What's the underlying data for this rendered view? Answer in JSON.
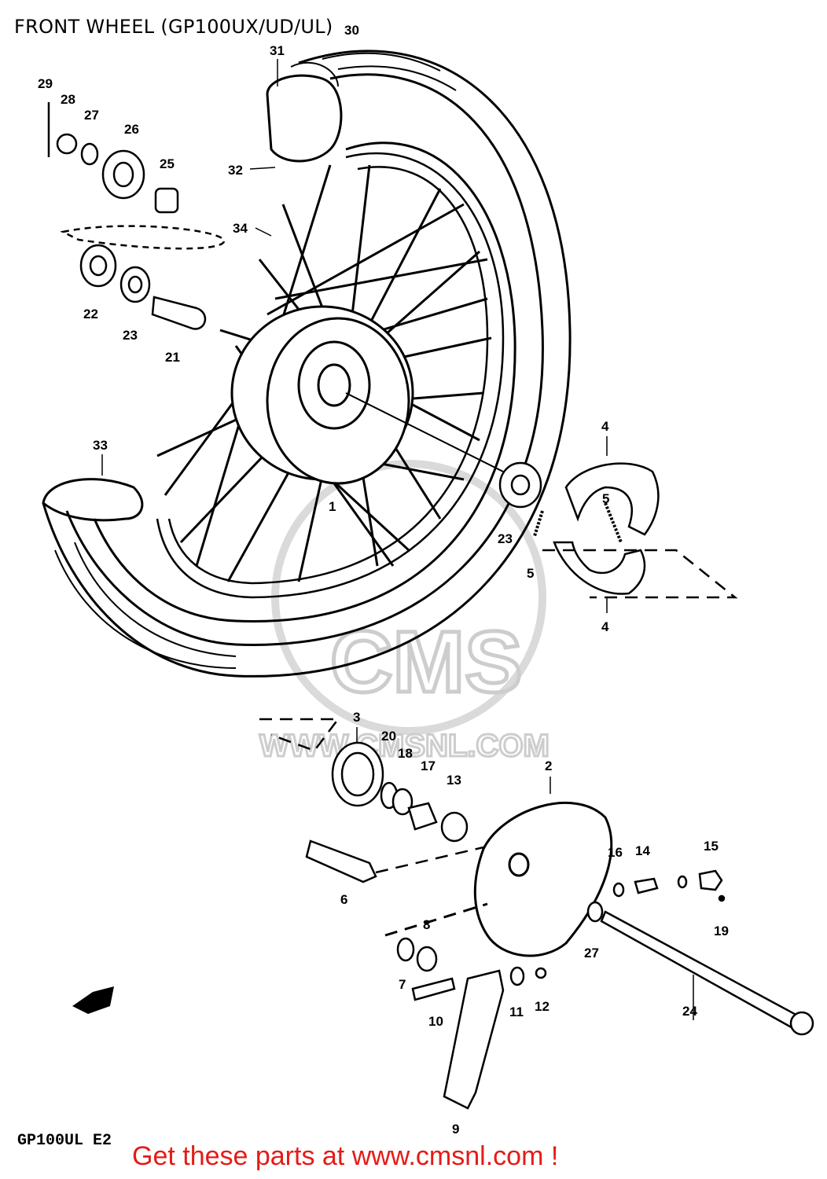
{
  "title": "FRONT WHEEL (GP100UX/UD/UL)",
  "model_code": "GP100UL E2",
  "promo": "Get these parts at www.cmsnl.com !",
  "watermark": {
    "brand": "CMS",
    "site": "WWW.CMSNL.COM"
  },
  "callouts": [
    "1",
    "2",
    "3",
    "4",
    "4",
    "5",
    "5",
    "6",
    "7",
    "8",
    "9",
    "10",
    "11",
    "12",
    "13",
    "14",
    "15",
    "16",
    "17",
    "18",
    "19",
    "20",
    "21",
    "22",
    "23",
    "23",
    "24",
    "25",
    "26",
    "27",
    "27",
    "28",
    "29",
    "30",
    "31",
    "32",
    "33",
    "34"
  ],
  "colors": {
    "line": "#000000",
    "promo": "#e41b17",
    "watermark": "#c8c8c8"
  }
}
